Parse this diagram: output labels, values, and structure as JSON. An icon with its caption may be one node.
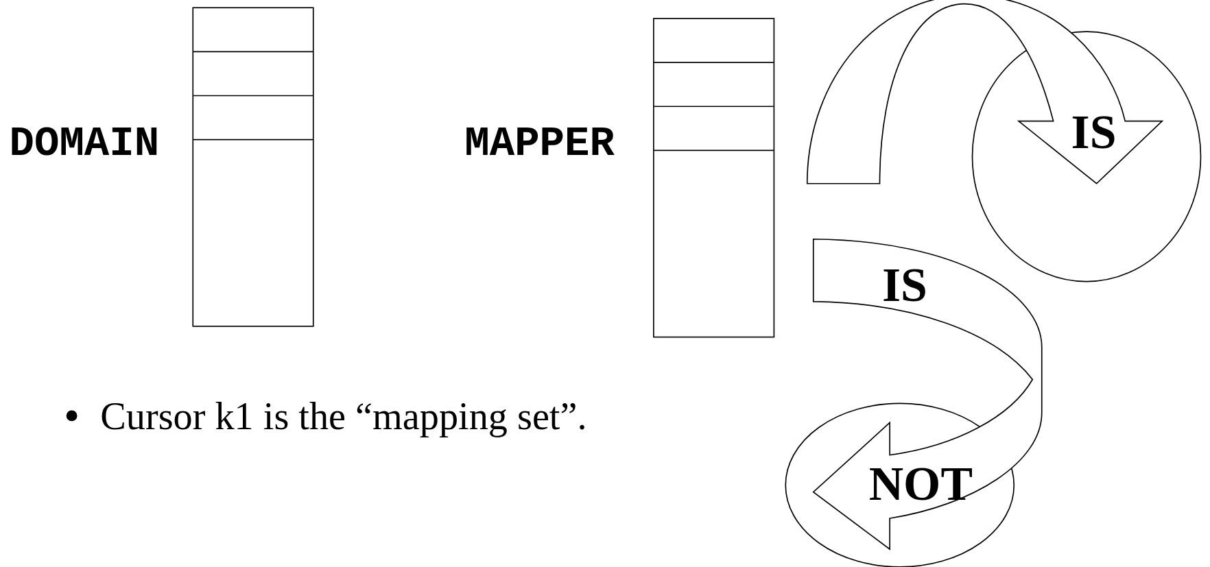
{
  "diagram": {
    "nodes": [
      {
        "text": [],
        "shape": "box",
        "beside": [
          "DOMAIN"
        ]
      },
      {
        "text": [],
        "shape": "box",
        "beside": [
          "MAPPER"
        ]
      },
      {
        "text": [],
        "shape": "arrow"
      },
      {
        "text": [
          "IS"
        ]
      },
      {
        "text": [
          "IS"
        ]
      },
      {
        "text": [
          "NOT"
        ]
      }
    ],
    "labels": [
      "Cursor k1 is the “mapping set”."
    ]
  }
}
